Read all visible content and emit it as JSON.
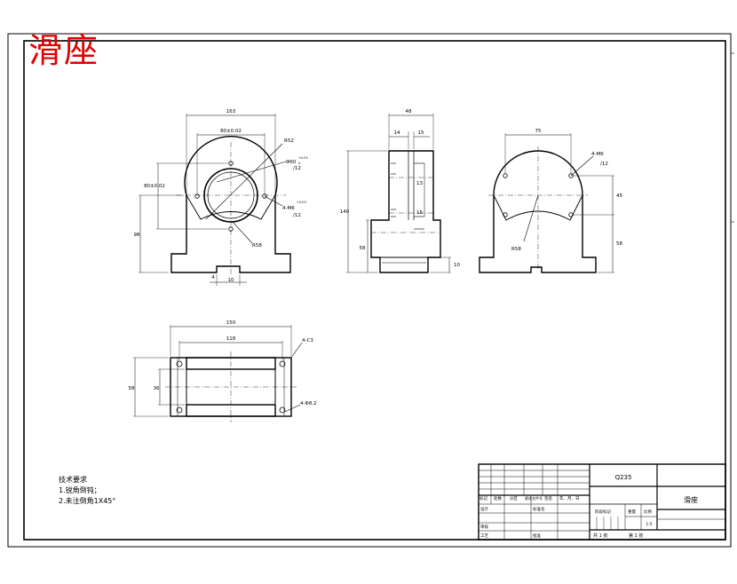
{
  "drawing": {
    "title_stamp": "滑座",
    "part_name": "滑座",
    "material": "Q235",
    "scale": "1:5",
    "sheet_total": "共 1 张",
    "sheet_index": "第 1 张"
  },
  "tech_notes": {
    "heading": "技术要求",
    "items": [
      "1.锐角倒钝；",
      "2.未注倒角1X45°"
    ]
  },
  "title_block": {
    "col_labels": [
      "标记",
      "处数",
      "分区",
      "更改文件号",
      "签名",
      "年、月、日"
    ],
    "design": "设计",
    "standardize": "标准化",
    "review": "审核",
    "process": "工艺",
    "approve": "批准",
    "stage_mark": "阶段标记",
    "weight": "重量",
    "ratio": "比例"
  },
  "dims": {
    "front": {
      "width": "163",
      "bore_span": "80±0.02",
      "height_pos": "80±0.02",
      "overall_h": "98",
      "r_top": "R52",
      "bore_d": "Φ60",
      "bore_tol_up": "+0.03",
      "bore_tol_dn": "0",
      "bore_fit": "/12",
      "hole_spec": "4-M6",
      "hole_tol": "+0.03",
      "hole_fit": "/12",
      "r_bottom": "R58",
      "slot_depth": "4",
      "slot_w": "10"
    },
    "side": {
      "width": "48",
      "flange": "14",
      "web": "15",
      "total_h": "140",
      "lower_h": "58",
      "base_h": "10",
      "mark_13": "13",
      "mark_15": "15"
    },
    "rear": {
      "span": "75",
      "hole_spec": "4-M6",
      "hole_fit": "/12",
      "dim_45": "45",
      "dim_58": "58",
      "r_arc": "R58"
    },
    "top": {
      "length": "150",
      "inner": "118",
      "depth": "58",
      "inner_depth": "36",
      "corner": "4-C3",
      "holes": "4-Φ8.2"
    }
  }
}
